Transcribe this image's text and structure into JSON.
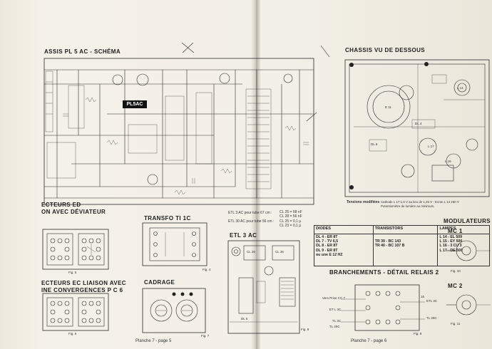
{
  "titles": {
    "chassis_schema": "ASSIS PL 5 AC - SCHÉMA",
    "chassis_dessous": "CHASSIS VU DE DESSOUS",
    "pl5ac_badge": "PL5AC",
    "collecteurs_1a": "ECTEURS ED",
    "collecteurs_1b": "ON AVEC DÉVIATEUR",
    "collecteurs_2a": "ECTEURS EC LIAISON AVEC",
    "collecteurs_2b": "INE CONVERGENCES P C 6",
    "transfo": "TRANSFO TI 1C",
    "cadrage": "CADRAGE",
    "etl": "ETL 3 AC",
    "branchements": "BRANCHEMENTS - DÉTAIL RELAIS 2",
    "modulateurs": "MODULATEURS",
    "mc1": "MC 1",
    "mc2": "MC 2"
  },
  "etl_notes": {
    "line1": "ETL 3 AC pour tube 67 cm :",
    "line2": "ETL 30 AC pour tube 56 cm :",
    "cl_a": "CL 25 = 68 nF",
    "cl_b": "CL 28 = 56 nF",
    "cl_c": "CL 25 = 0,1 µ",
    "cl_d": "CL 23 = 0,1 µ"
  },
  "tension_note": {
    "label": "Tensions modifiées",
    "text": "Cathode L 17-1,6 V au lieu de 1,25 V - Ecran L 14 250 V",
    "text2": "Potentiomètre de lumière au minimum."
  },
  "lamp_table": {
    "headers": [
      "DIODES",
      "TRANSISTORS",
      "LAMPES"
    ],
    "diodes": [
      "DL 4 - ER 8T",
      "DL 7 - TV 6,5",
      "DL 8 - ER 8T",
      "DL 9 - ER 8T",
      "ou une E 12 HZ"
    ],
    "transistors": [
      "TR 39 - BC 143",
      "TR 40 - BC 107 B"
    ],
    "lampes": [
      "L 14 - EL 509",
      "L 15 - EY 500",
      "L 16 - 3 CU 3",
      "L 17 - DE 500"
    ]
  },
  "relay_labels": [
    "Vers Prise CC 7",
    "ET L 3C",
    "TL 3C",
    "TL 29C",
    "16",
    "ETL 3C",
    "TL 29C"
  ],
  "fig_labels": [
    "Fig. 5",
    "Fig. 6",
    "Fig. 4",
    "Fig. 7",
    "Fig. 8",
    "Fig. 9",
    "Fig. 10",
    "Fig. 11"
  ],
  "planche_labels": [
    "Planche 7 - page 5",
    "Planche 7 - page 6"
  ],
  "component_labels": [
    "CL 26",
    "L 17",
    "DL 5",
    "CL 36",
    "L 16",
    "L 14",
    "E 11",
    "DL 8",
    "DL 4"
  ],
  "colors": {
    "paper": "#f3f0e7",
    "ink": "#2a2a2a",
    "badge_bg": "#111111"
  }
}
